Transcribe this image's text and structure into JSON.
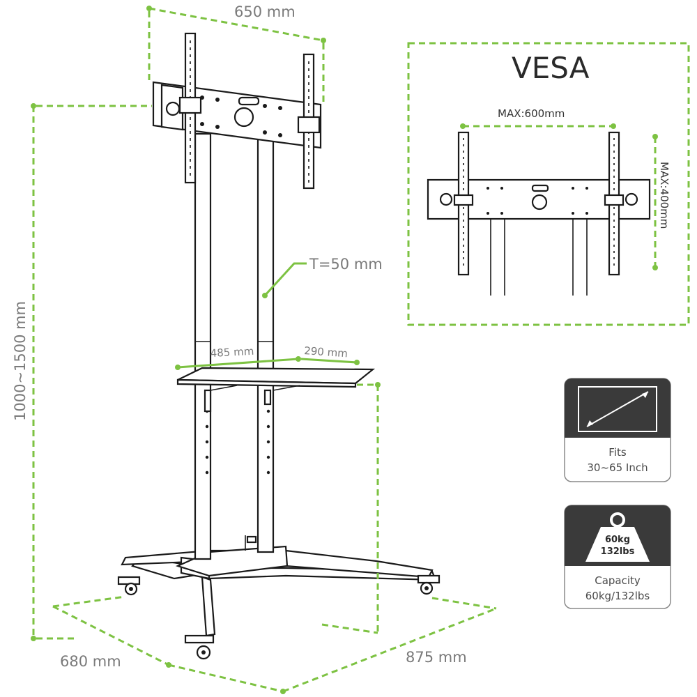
{
  "dimensions": {
    "width_650": "650 mm",
    "height_range": "1000~1500 mm",
    "tube": "T=50 mm",
    "shelf_width": "485 mm",
    "shelf_depth": "290 mm",
    "base_depth": "680 mm",
    "base_width": "875 mm"
  },
  "vesa": {
    "title": "VESA",
    "max_horizontal": "MAX:600mm",
    "max_vertical": "MAX:400mm"
  },
  "cards": {
    "fits": {
      "line1": "Fits",
      "line2": "30~65 Inch"
    },
    "capacity": {
      "badge_line1": "60kg",
      "badge_line2": "132lbs",
      "line1": "Capacity",
      "line2": "60kg/132lbs"
    }
  },
  "colors": {
    "accent": "#7dc242",
    "card_dark": "#3a3a3a",
    "text_gray": "#7a7a7a"
  },
  "icons": [
    "tv-diagonal-icon",
    "weight-icon"
  ]
}
